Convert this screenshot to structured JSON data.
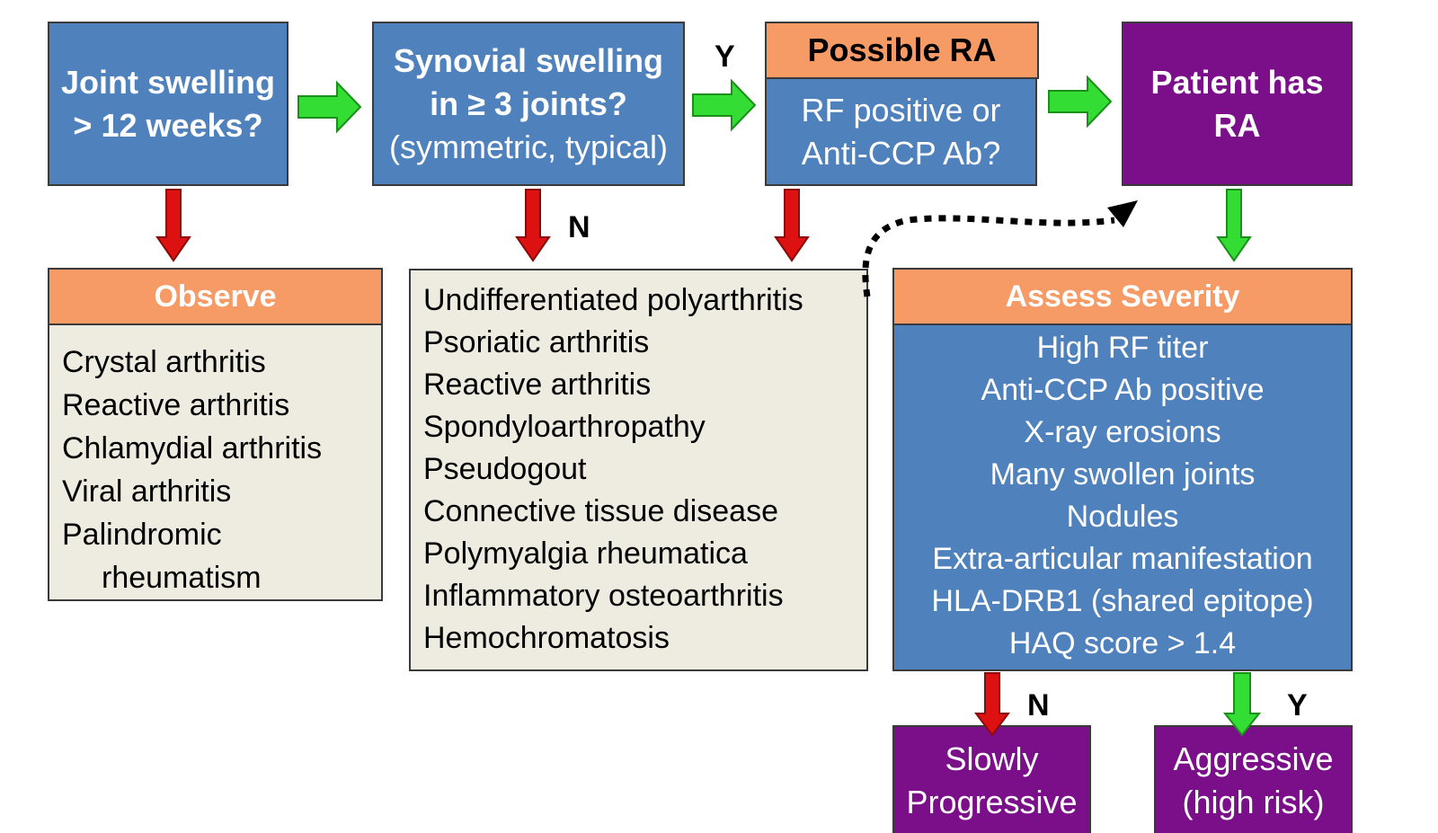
{
  "colors": {
    "blue_box": "#4f81bd",
    "purple_box": "#7b0f8a",
    "orange_header": "#f79b66",
    "beige_box": "#eeece1",
    "green_arrow": "#33dd33",
    "red_arrow": "#dd1111"
  },
  "nodes": {
    "joint_swelling": {
      "lines": [
        "Joint swelling",
        "> 12 weeks?"
      ]
    },
    "synovial_swelling": {
      "line1": "Synovial swelling",
      "line2": "in ≥ 3 joints?",
      "line3": "(symmetric, typical)"
    },
    "possible_ra": {
      "header": "Possible RA",
      "lines": [
        "RF positive or",
        "Anti-CCP Ab?"
      ]
    },
    "patient_has_ra": {
      "lines": [
        "Patient has",
        "RA"
      ]
    },
    "observe": {
      "header": "Observe",
      "items": [
        "Crystal arthritis",
        "Reactive  arthritis",
        "Chlamydial arthritis",
        "Viral arthritis",
        "Palindromic",
        "rheumatism"
      ]
    },
    "differential": {
      "items": [
        "Undifferentiated polyarthritis",
        "Psoriatic  arthritis",
        "Reactive  arthritis",
        "Spondyloarthropathy",
        "Pseudogout",
        "Connective tissue disease",
        "Polymyalgia rheumatica",
        "Inflammatory osteoarthritis",
        "Hemochromatosis"
      ]
    },
    "assess_severity": {
      "header": "Assess  Severity",
      "items": [
        "High RF titer",
        "Anti-CCP Ab positive",
        "X-ray erosions",
        "Many swollen joints",
        "Nodules",
        "Extra-articular manifestation",
        "HLA-DRB1  (shared epitope)",
        "HAQ score > 1.4"
      ]
    },
    "slowly_progressive": {
      "lines": [
        "Slowly",
        "Progressive"
      ]
    },
    "aggressive": {
      "lines": [
        "Aggressive",
        "(high risk)"
      ]
    }
  },
  "edge_labels": {
    "synovial_yes": "Y",
    "synovial_no": "N",
    "severity_no": "N",
    "severity_yes": "Y"
  }
}
